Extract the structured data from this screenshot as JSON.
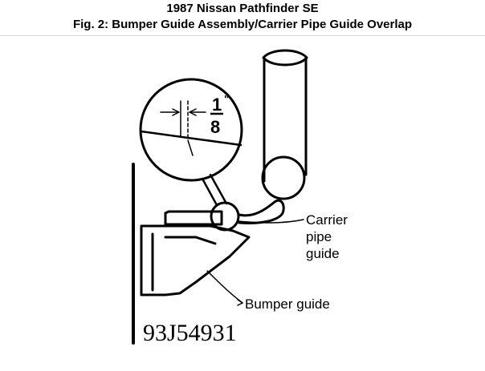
{
  "header": {
    "title": "1987 Nissan Pathfinder SE",
    "subtitle": "Fig. 2: Bumper Guide Assembly/Carrier Pipe Guide Overlap"
  },
  "diagram": {
    "detail_fraction_numerator": "1",
    "detail_fraction_denominator": "8",
    "detail_unit": "\"",
    "callouts": {
      "carrier_line1": "Carrier",
      "carrier_line2": "pipe",
      "carrier_line3": "guide",
      "bumper_guide": "Bumper guide"
    },
    "figure_code": "93J54931"
  }
}
